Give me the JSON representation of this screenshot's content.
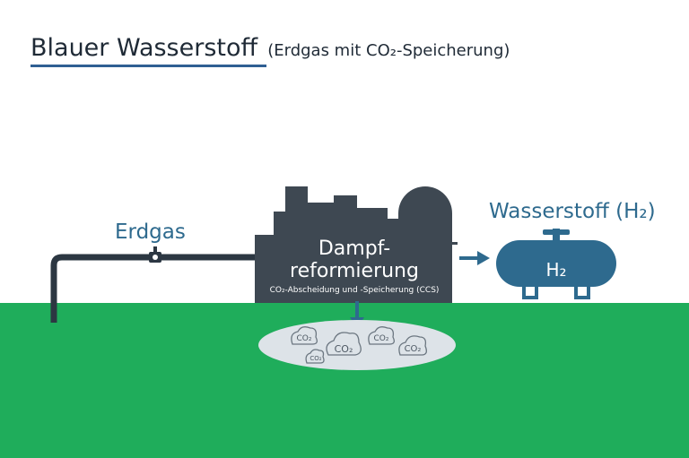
{
  "title": {
    "main": "Blauer Wasserstoff",
    "sub": "(Erdgas mit CO₂-Speicherung)"
  },
  "labels": {
    "erdgas": "Erdgas",
    "hydrogen": "Wasserstoff (H₂)",
    "plant_line1": "Dampf-",
    "plant_line2": "reformierung",
    "plant_sub": "CO₂-Abscheidung und -Speicherung (CCS)",
    "tank": "H₂"
  },
  "co2_clouds": [
    "CO₂",
    "CO₂",
    "CO₂",
    "CO₂",
    "CO₂"
  ],
  "colors": {
    "ground": "#1fad5b",
    "plant": "#3e4852",
    "pipe": "#2c3742",
    "tank": "#2e6a8e",
    "title_underline": "#2f5f93",
    "accent_text": "#2e6a8e",
    "storage": "#dde3e8"
  }
}
